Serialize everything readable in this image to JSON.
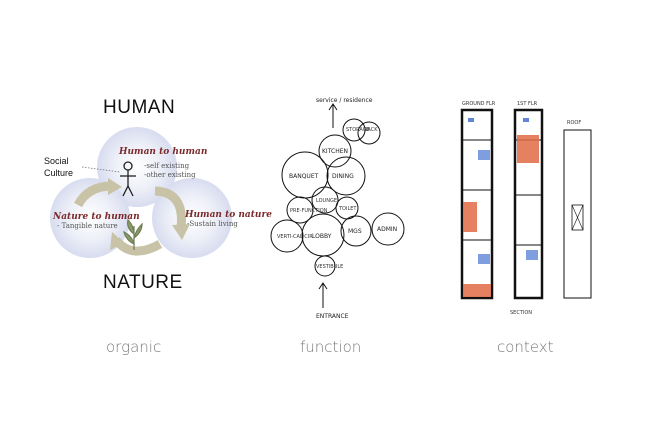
{
  "organic": {
    "title_top": "HUMAN",
    "title_bottom": "NATURE",
    "social_culture": [
      "Social",
      "Culture"
    ],
    "human_to_human": {
      "title": "Human to human",
      "lines": [
        "-self existing",
        "-other existing"
      ]
    },
    "nature_to_human": {
      "title": "Nature to human",
      "lines": [
        "- Tangible nature"
      ]
    },
    "human_to_nature": {
      "title": "Human to nature",
      "lines": [
        "-Sustain living"
      ]
    },
    "caption": "organic"
  },
  "function": {
    "top_label": "service / residence",
    "bottom_label": "ENTRANCE",
    "bubbles": {
      "storage": "STORAGE",
      "back": "BACK",
      "kitchen": "KITCHEN",
      "banquet": "BANQUET",
      "dining": "DINING",
      "pre_function": "PRE-FUNCTION",
      "lounge": "LOUNGE",
      "toilet": "TOILET",
      "vertical_circ": "VERTI-CAL CIR",
      "lobby": "LOBBY",
      "mgs": "MGS",
      "admin": "ADMIN",
      "vestibule": "VESTIBULE"
    },
    "caption": "function"
  },
  "context": {
    "plan_label_left": "GROUND FLR",
    "plan_label_mid": "1ST FLR",
    "plan_label_right": "ROOF",
    "bottom_label": "SECTION",
    "caption": "context",
    "colors": {
      "accent": "#d9522b",
      "hatch": "#3d6fd1"
    }
  }
}
